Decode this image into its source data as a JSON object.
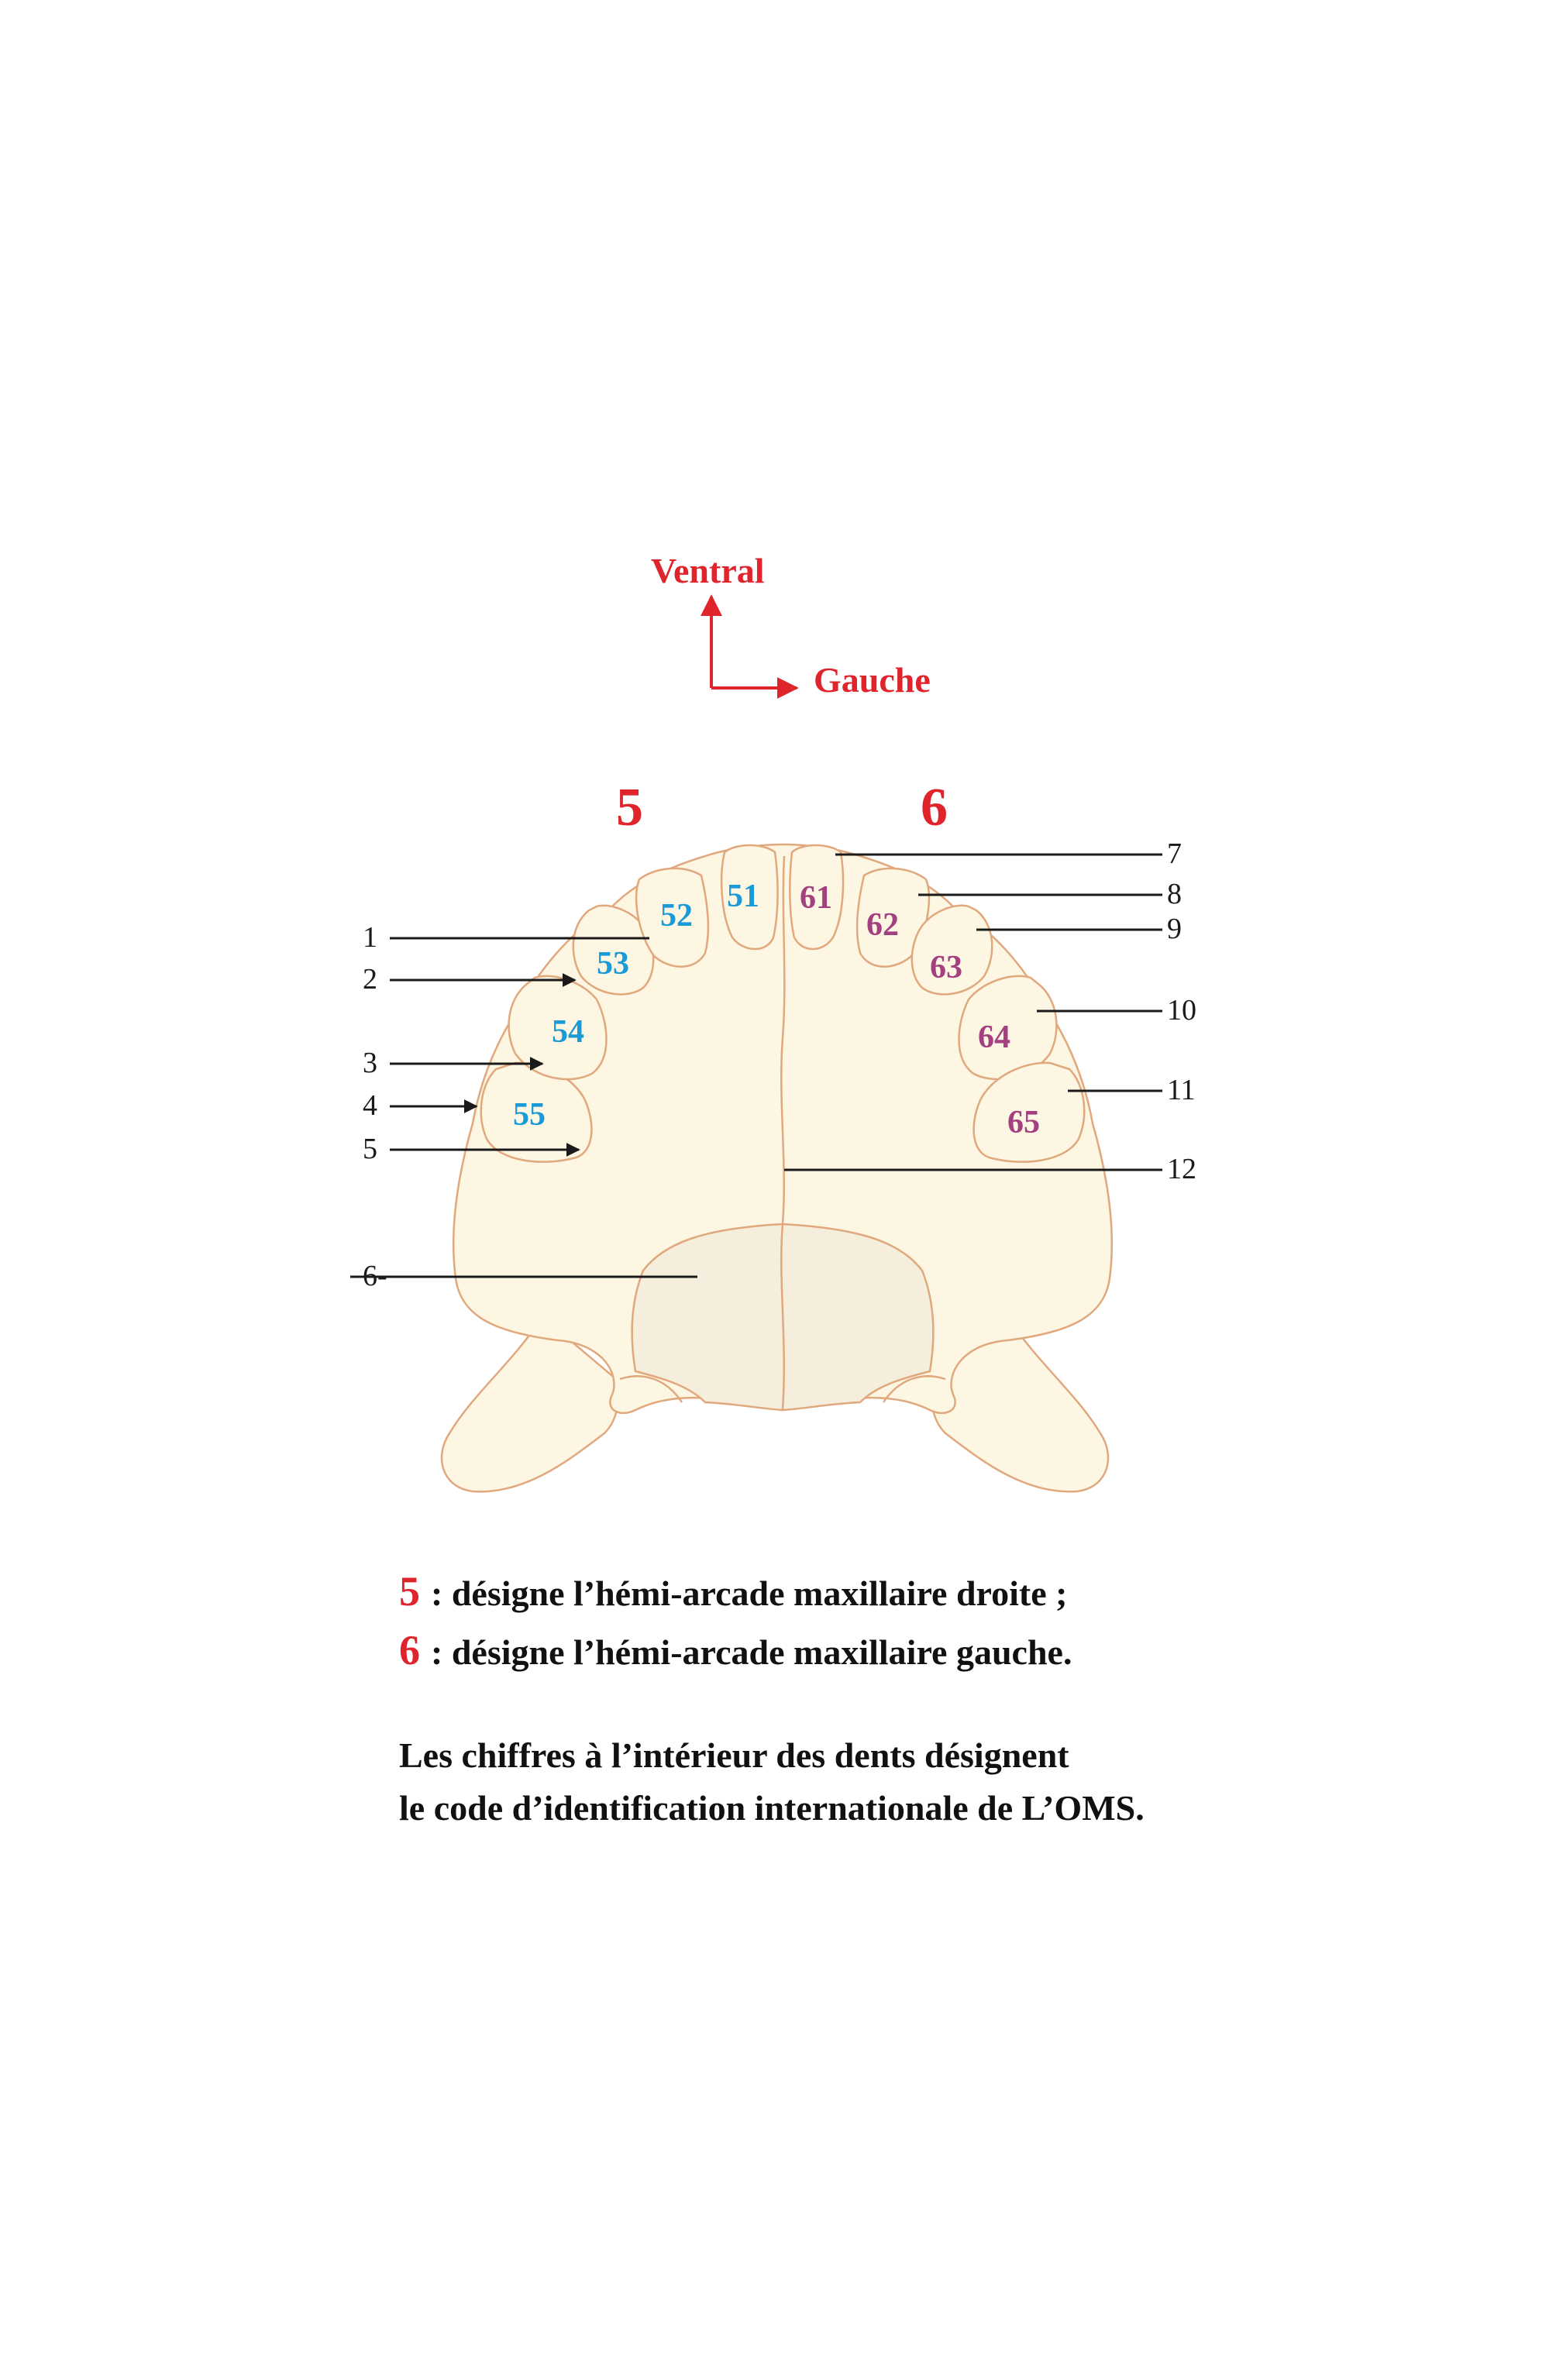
{
  "orientation": {
    "ventral": "Ventral",
    "gauche": "Gauche",
    "color": "#e0242b"
  },
  "quadrants": {
    "right": "5",
    "left": "6",
    "color": "#e0242b"
  },
  "teeth": {
    "right": [
      "55",
      "54",
      "53",
      "52",
      "51"
    ],
    "left": [
      "61",
      "62",
      "63",
      "64",
      "65"
    ],
    "right_color": "#1a9ad6",
    "left_color": "#a3407f"
  },
  "callouts": [
    "1",
    "2",
    "3",
    "4",
    "5",
    "6-",
    "7",
    "8",
    "9",
    "10",
    "11",
    "12"
  ],
  "legend": {
    "line1_num": "5",
    "line1_text": ": désigne l’hémi-arcade maxillaire droite ;",
    "line2_num": "6",
    "line2_text": ": désigne l’hémi-arcade maxillaire gauche."
  },
  "note": {
    "line1": "Les chiffres à l’intérieur des dents désignent",
    "line2": "le code d’identification internationale de L’OMS."
  },
  "colors": {
    "bone_fill": "#fdf6e3",
    "bone_fill_dark": "#f5eedd",
    "bone_stroke": "#e0a87c",
    "leader": "#1a1a1a"
  }
}
